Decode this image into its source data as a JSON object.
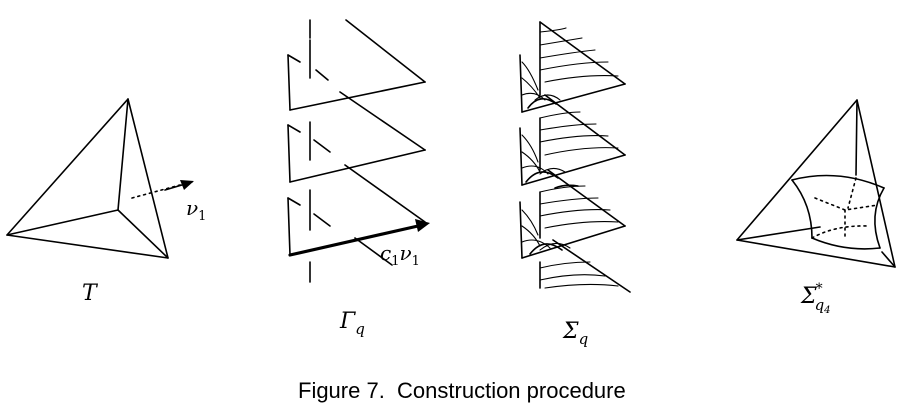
{
  "panels": [
    {
      "label_main": "T",
      "label_sub": "",
      "label_sup": ""
    },
    {
      "label_main": "Γ",
      "label_sub": "q",
      "label_sup": ""
    },
    {
      "label_main": "Σ",
      "label_sub": "q",
      "label_sup": ""
    },
    {
      "label_main": "Σ",
      "label_sub": "q",
      "label_sub2": "4",
      "label_sup": "*"
    }
  ],
  "vectors": {
    "nu1": {
      "main": "ν",
      "sub": "1"
    },
    "c1nu1": {
      "prefix": "c",
      "prefix_sub": "1",
      "main": "ν",
      "sub": "1"
    }
  },
  "caption": "Figure 7.  Construction procedure"
}
